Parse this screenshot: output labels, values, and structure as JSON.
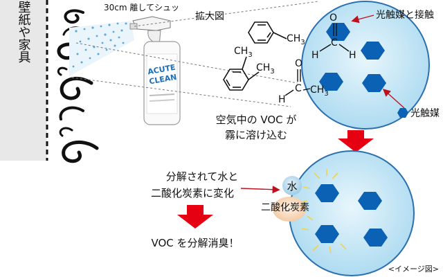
{
  "labels": {
    "spray_distance": "30cm 離してシュッ",
    "zoom": "拡大図",
    "wall": "壁紙や家具",
    "photocatalyst_contact": "光触媒と接触",
    "photocatalyst": "光触媒",
    "voc_line1": "空気中の VOC が",
    "voc_line2": "霧に溶け込む",
    "decomp_line1": "分解されて水と",
    "decomp_line2": "二酸化炭素に変化",
    "water": "水",
    "co2": "二酸化炭素",
    "result": "VOC を分解消臭！",
    "image_note": "<イメージ図>"
  },
  "bottle": {
    "brand_line1": "ACUTE",
    "brand_line2": "CLEAN"
  },
  "molecules": {
    "ch3": "CH",
    "sub3": "3",
    "h": "H",
    "c": "C",
    "o": "O"
  },
  "colors": {
    "hexagon": "#0b62b5",
    "circle_fill": "#c9e9f7",
    "circle_stroke": "#2a6fae",
    "arrow": "#e50012",
    "water_bubble": "#bfe0f2",
    "co2_bubble": "#f7d9bf"
  }
}
